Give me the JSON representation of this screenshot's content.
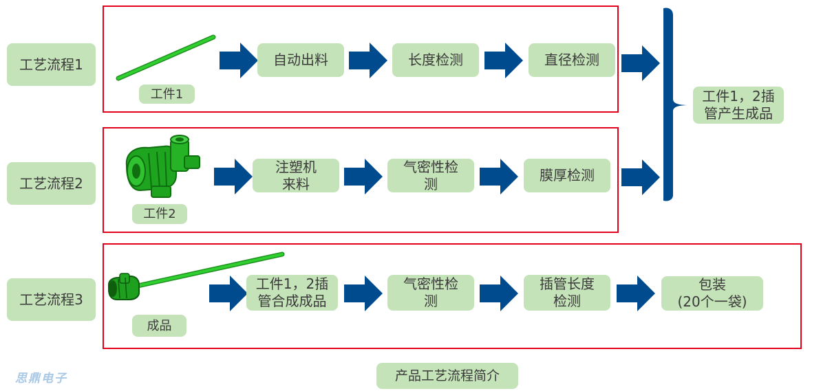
{
  "processes": [
    {
      "label": "工艺流程1",
      "workpiece": "工件1",
      "steps": [
        "自动出料",
        "长度检测",
        "直径检测"
      ]
    },
    {
      "label": "工艺流程2",
      "workpiece": "工件2",
      "steps": [
        "注塑机\n来料",
        "气密性检\n测",
        "膜厚检测"
      ]
    },
    {
      "label": "工艺流程3",
      "workpiece": "成品",
      "steps": [
        "工件1，2插\n管合成成品",
        "气密性检\n测",
        "插管长度\n检测",
        "包装\n(20个一袋)"
      ]
    }
  ],
  "merge_result": "工件1，2插\n管产生成品",
  "caption": "产品工艺流程简介",
  "watermark": "思鼎电子",
  "colors": {
    "frame": "#e2001a",
    "box": "#c5e3b8",
    "arrow": "#004b8d",
    "part": "#22b922"
  },
  "icons": [
    "green-rod-illustration",
    "green-molded-part-illustration",
    "assembled-product-illustration"
  ]
}
